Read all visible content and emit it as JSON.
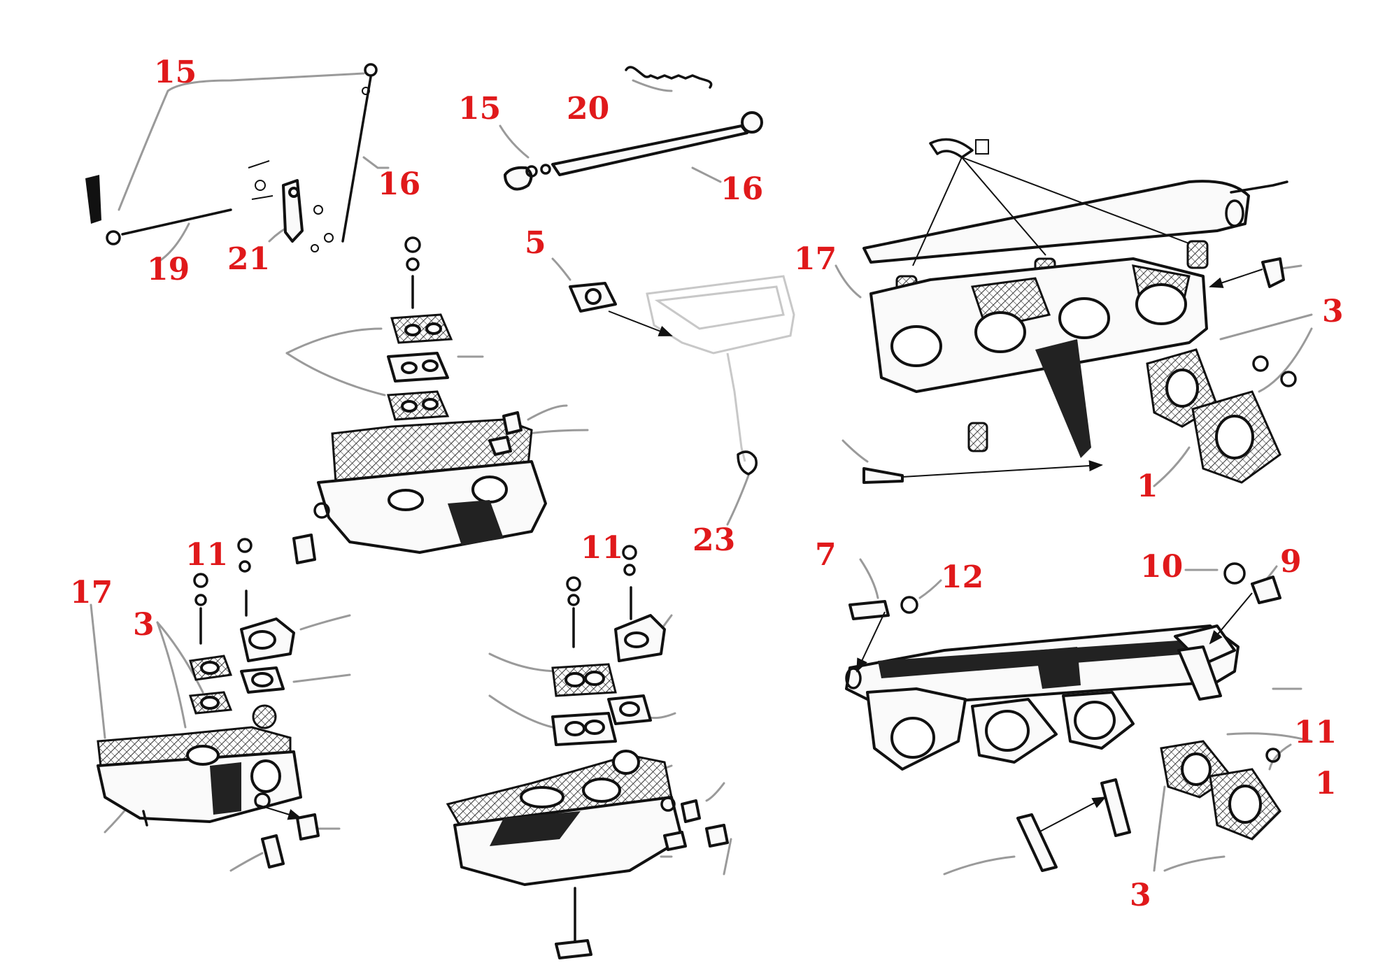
{
  "diagram": {
    "callouts": {
      "c15a": "15",
      "c16a": "16",
      "c19": "19",
      "c21": "21",
      "c15b": "15",
      "c20": "20",
      "c16b": "16",
      "c5": "5",
      "c23": "23",
      "c17a": "17",
      "c3a": "3",
      "c1a": "1",
      "c17b": "17",
      "c3b": "3",
      "c11a": "11",
      "c11b": "11",
      "c7": "7",
      "c12": "12",
      "c10": "10",
      "c9": "9",
      "c11c": "11",
      "c1b": "1",
      "c3c": "3"
    },
    "colors": {
      "callout": "#e0191b",
      "leader": "#9a9a9a",
      "ink": "#111111"
    }
  }
}
